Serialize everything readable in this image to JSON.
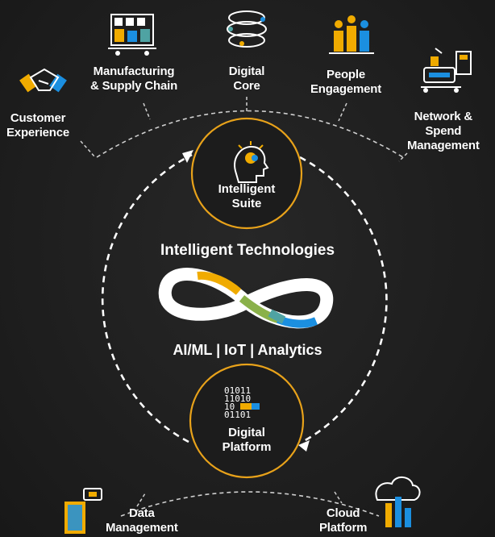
{
  "center": {
    "title": "Intelligent Technologies",
    "subtitle": "AI/ML | IoT | Analytics"
  },
  "nodes": {
    "suite": {
      "line1": "Intelligent",
      "line2": "Suite"
    },
    "platform": {
      "line1": "Digital",
      "line2": "Platform"
    }
  },
  "outer": {
    "customer": {
      "line1": "Customer",
      "line2": "Experience"
    },
    "manufacturing": {
      "line1": "Manufacturing",
      "line2": "& Supply Chain"
    },
    "core": {
      "line1": "Digital",
      "line2": "Core"
    },
    "people": {
      "line1": "People",
      "line2": "Engagement"
    },
    "network": {
      "line1": "Network &",
      "line2": "Spend",
      "line3": "Management"
    },
    "data": {
      "line1": "Data",
      "line2": "Management"
    },
    "cloud": {
      "line1": "Cloud",
      "line2": "Platform"
    }
  },
  "binary": [
    "01011",
    "11010",
    "10",
    "01101"
  ],
  "colors": {
    "background": "#1f1f1f",
    "ring": "#e8a21a",
    "gold": "#f0ab00",
    "blue": "#1b8fe0",
    "teal": "#4fa3a3",
    "dashes": "#ffffff"
  }
}
